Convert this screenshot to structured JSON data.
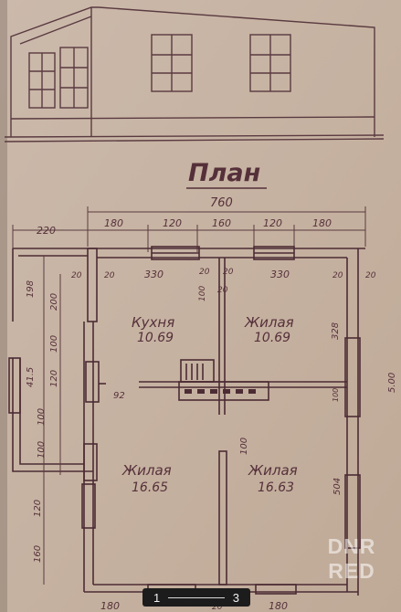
{
  "plan": {
    "title": "План",
    "overall_width": "760",
    "top_dims": [
      "220",
      "180",
      "120",
      "160",
      "120",
      "180"
    ],
    "inner_dims": [
      "20",
      "20",
      "330",
      "20",
      "20",
      "330",
      "20",
      "20"
    ],
    "left_dims": [
      "198",
      "200",
      "100",
      "41.5",
      "120",
      "100",
      "100",
      "120",
      "160"
    ],
    "right_dims": [
      "328",
      "100",
      "504",
      "5.00"
    ],
    "small_dims": [
      "100",
      "20",
      "92",
      "100"
    ],
    "bottom_dims": [
      "180",
      "20",
      "180"
    ],
    "rooms": [
      {
        "name": "Кухня",
        "area": "10.69"
      },
      {
        "name": "Жилая",
        "area": "10.69"
      },
      {
        "name": "Жилая",
        "area": "16.65"
      },
      {
        "name": "Жилая",
        "area": "16.63"
      }
    ]
  },
  "gallery": {
    "current": "1",
    "total": "3"
  },
  "watermark": {
    "line1": "DNR",
    "line2": "RED"
  },
  "colors": {
    "paper": "#c9b6a6",
    "ink": "#55303a"
  }
}
